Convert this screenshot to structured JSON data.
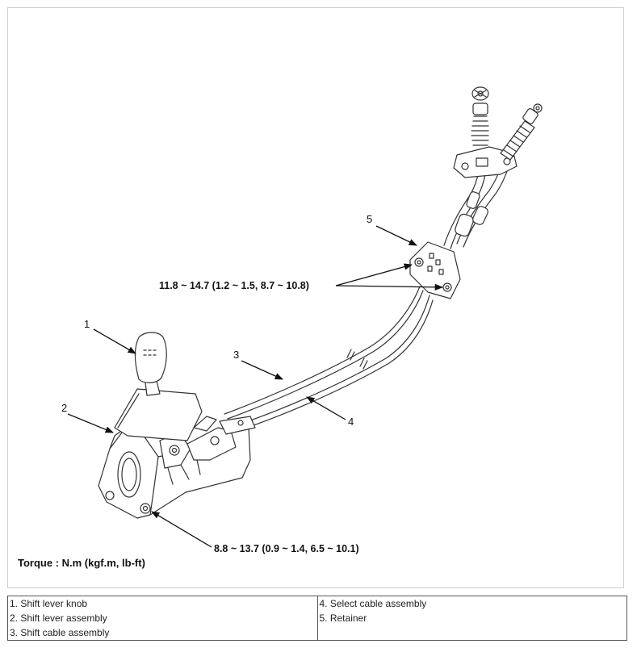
{
  "diagram": {
    "callouts": {
      "c1": "1",
      "c2": "2",
      "c3": "3",
      "c4": "4",
      "c5": "5"
    },
    "torque_values": {
      "retainer_bolts": "11.8 ~ 14.7 (1.2 ~ 1.5, 8.7 ~ 10.8)",
      "lever_mount_bolts": "8.8 ~ 13.7 (0.9 ~ 1.4, 6.5 ~ 10.1)"
    },
    "torque_unit_note": "Torque : N.m (kgf.m, lb-ft)"
  },
  "legend": {
    "left": [
      "1. Shift lever knob",
      "2. Shift lever assembly",
      "3. Shift cable assembly"
    ],
    "right": [
      "4. Select cable assembly",
      "5. Retainer"
    ]
  }
}
